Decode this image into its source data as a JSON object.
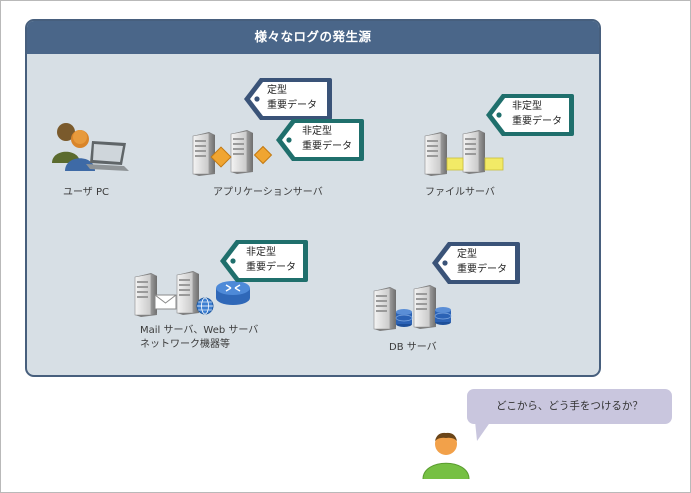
{
  "panel": {
    "title": "様々なログの発生源"
  },
  "sources": {
    "user_pc": "ユーザ PC",
    "app_server": "アプリケーションサーバ",
    "file_server": "ファイルサーバ",
    "mail_web_line1": "Mail サーバ、Web サーバ",
    "mail_web_line2": "ネットワーク機器等",
    "db_server": "DB サーバ"
  },
  "tags": {
    "app_structured": {
      "line1": "定型",
      "line2": "重要データ"
    },
    "app_unstructured": {
      "line1": "非定型",
      "line2": "重要データ"
    },
    "file_unstructured": {
      "line1": "非定型",
      "line2": "重要データ"
    },
    "net_unstructured": {
      "line1": "非定型",
      "line2": "重要データ"
    },
    "db_structured": {
      "line1": "定型",
      "line2": "重要データ"
    }
  },
  "bubble": {
    "text": "どこから、どう手をつけるか？"
  },
  "colors": {
    "panel_header": "#4a6689",
    "panel_bg": "#d7dfe5",
    "tag_navy": "#3a5378",
    "tag_teal": "#1f6f6c",
    "bubble": "#c9c6de",
    "person": "#76c043"
  }
}
